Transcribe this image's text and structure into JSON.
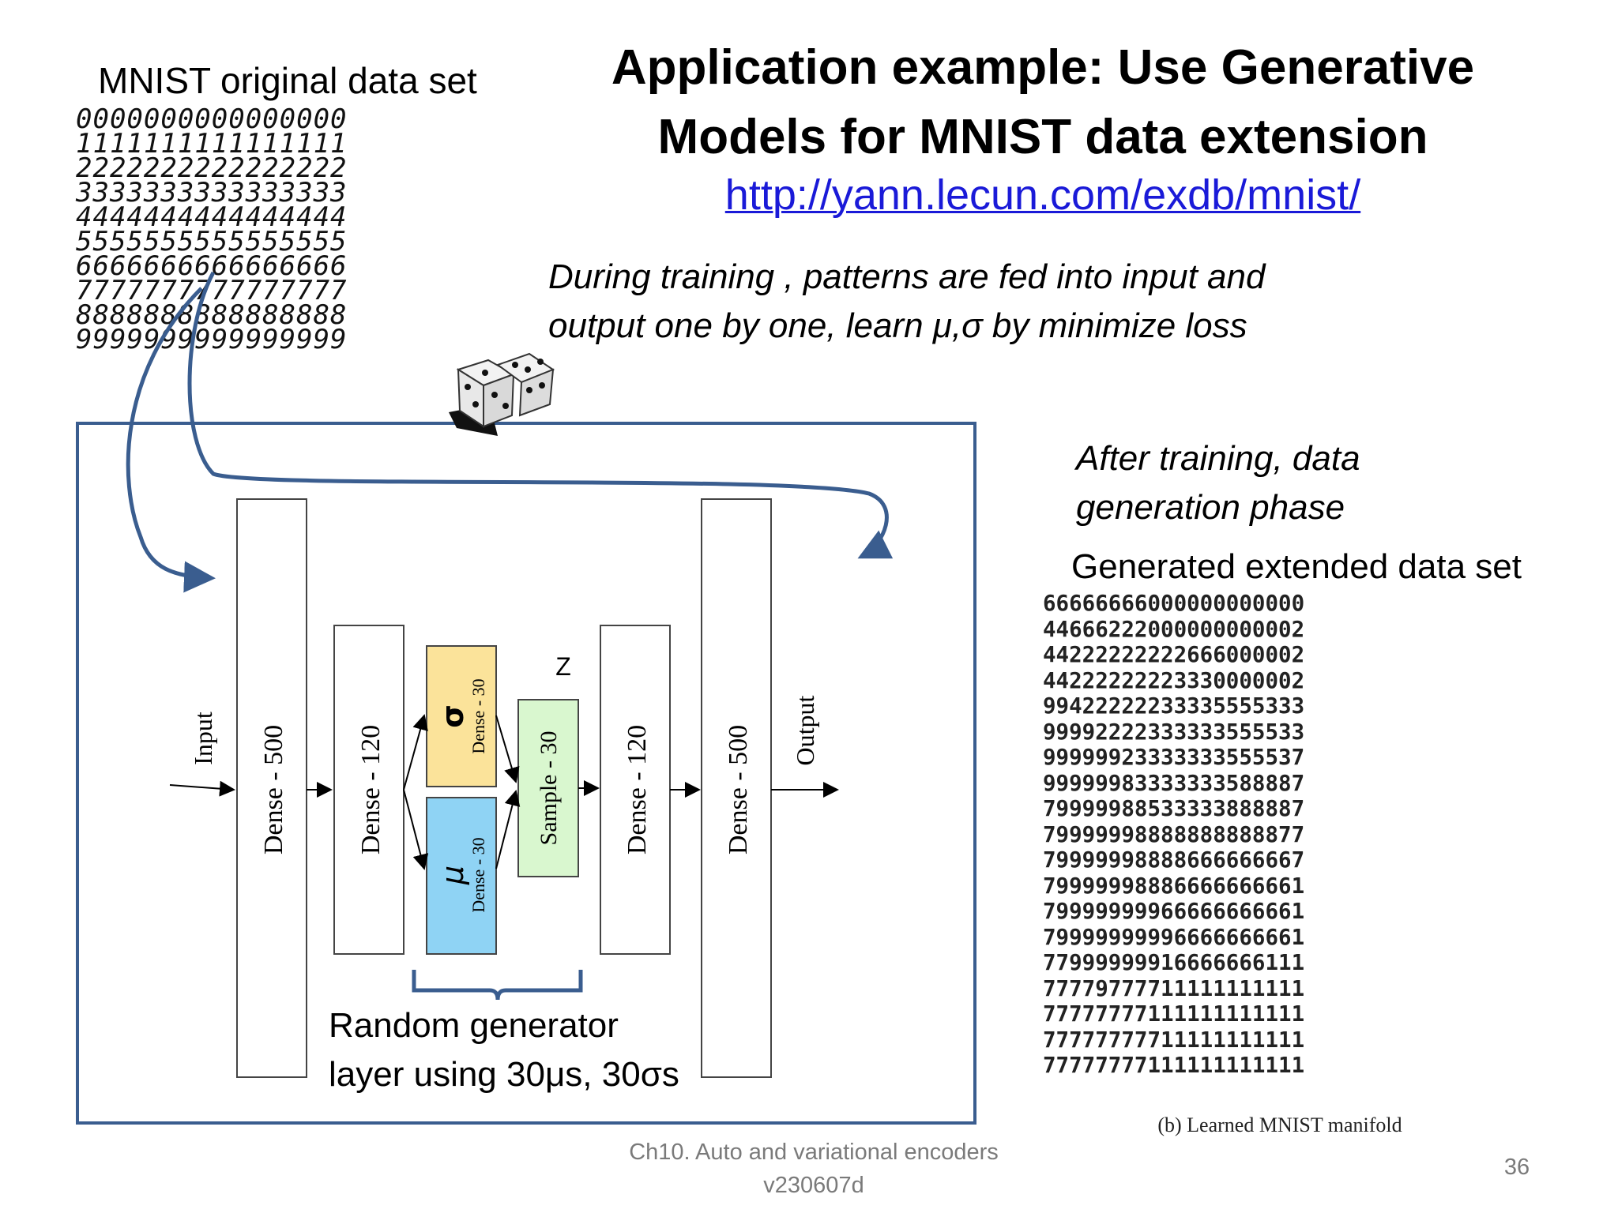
{
  "title": {
    "line1": "Application example: Use Generative",
    "line2": "Models for MNIST data extension"
  },
  "link": {
    "text": "http://yann.lecun.com/exdb/mnist/"
  },
  "mnist_label": "MNIST original data set",
  "mnist_rows": [
    "0000000000000000",
    "1111111111111111",
    "2222222222222222",
    "3333333333333333",
    "4444444444444444",
    "5555555555555555",
    "6666666666666666",
    "7777777777777777",
    "8888888888888888",
    "9999999999999999"
  ],
  "training_note": {
    "line1": "During training , patterns are fed into input and",
    "line2": "output one by one, learn μ,σ by minimize loss"
  },
  "after_note": {
    "line1": "After training, data",
    "line2": "generation phase"
  },
  "generated_label": "Generated extended data set",
  "manifold_rows": [
    "66666666000000000000",
    "44666222000000000002",
    "44222222222666000002",
    "44222222223330000002",
    "99422222233335555333",
    "99992222333333555533",
    "99999923333333555537",
    "99999983333333588887",
    "79999988533333888887",
    "79999998888888888877",
    "79999998888666666667",
    "79999998886666666661",
    "79999999966666666661",
    "79999999996666666661",
    "77999999916666666111",
    "77779777711111111111",
    "77777777111111111111",
    "77777777711111111111",
    "77777777111111111111"
  ],
  "manifold_caption": "(b) Learned MNIST manifold",
  "diagram": {
    "input": "Input",
    "output": "Output",
    "enc_500": "Dense - 500",
    "enc_120": "Dense - 120",
    "sigma_symbol": "σ",
    "sigma_dense": "Dense - 30",
    "mu_symbol": "μ",
    "mu_dense": "Dense - 30",
    "z": "Z",
    "sample": "Sample - 30",
    "dec_120": "Dense - 120",
    "dec_500": "Dense - 500"
  },
  "random_generator": {
    "line1": "Random generator",
    "line2": "layer using 30μs, 30σs"
  },
  "footer": {
    "line1": "Ch10. Auto and variational encoders",
    "line2": "v230607d"
  },
  "page_number": "36",
  "colors": {
    "box_border": "#3a5d8f",
    "sigma_fill": "#fbe39a",
    "mu_fill": "#8fd3f4",
    "sample_fill": "#d9f7cf",
    "link": "#1a1ad8"
  }
}
